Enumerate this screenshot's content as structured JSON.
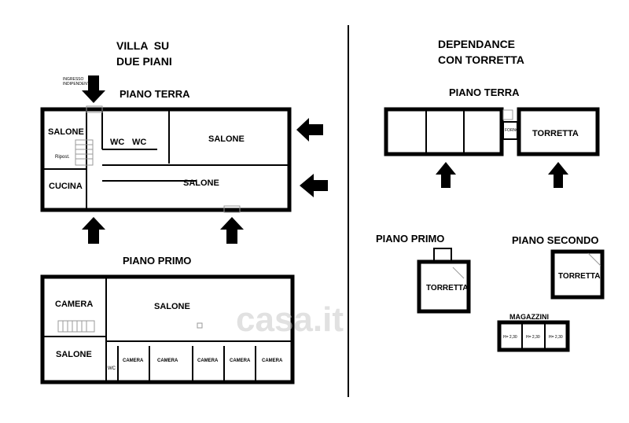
{
  "villa": {
    "title": "VILLA  SU\nDUE PIANI",
    "ground_label": "PIANO TERRA",
    "first_label": "PIANO PRIMO",
    "entrance_note": "INGRESSO\nINDIPENDENTE",
    "ground_rooms": {
      "salone_left": "SALONE",
      "wc1": "WC",
      "wc2": "WC",
      "salone_top": "SALONE",
      "salone_bottom": "SALONE",
      "cucina": "CUCINA",
      "ripost": "Ripost."
    },
    "first_rooms": {
      "camera_left": "CAMERA",
      "salone_main": "SALONE",
      "salone_left": "SALONE",
      "wc": "WC",
      "camera1": "CAMERA",
      "camera2": "CAMERA",
      "camera3": "CAMERA",
      "camera4": "CAMERA",
      "camera5": "CAMERA"
    }
  },
  "dependance": {
    "title": "DEPENDANCE\nCON TORRETTA",
    "ground_label": "PIANO TERRA",
    "forno": "FORNO",
    "torretta_ground": "TORRETTA",
    "first_label": "PIANO PRIMO",
    "torretta_first": "TORRETTA",
    "second_label": "PIANO SECONDO",
    "torretta_second": "TORRETTA",
    "magazzini_label": "MAGAZZINI",
    "magazzini_h": [
      "H= 2,30",
      "H= 2,30",
      "H= 2,30"
    ]
  },
  "watermark": "casa.it"
}
